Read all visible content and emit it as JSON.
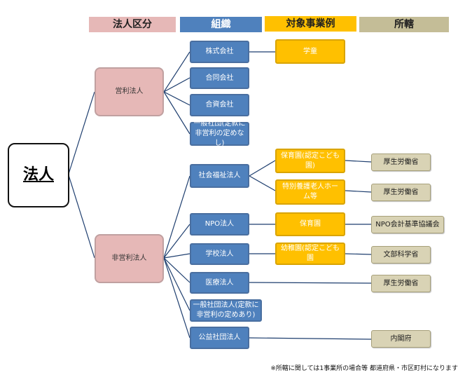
{
  "headers": {
    "category": "法人区分",
    "organization": "組織",
    "example": "対象事業例",
    "jurisdiction": "所轄"
  },
  "root": {
    "label": "法人"
  },
  "categories": {
    "for_profit": "営利法人",
    "non_profit": "非営利法人"
  },
  "organizations": {
    "kabushiki": "株式会社",
    "godo": "合同会社",
    "goshi": "合資会社",
    "ippan_shadan_fp": "一般社団(定款に非営利の定めなし)",
    "shakai_fukushi": "社会福祉法人",
    "npo": "NPO法人",
    "gakko": "学校法人",
    "iryo": "医療法人",
    "ippan_shadan_np": "一般社団法人(定款に非営利の定めあり)",
    "koeki_shadan": "公益社団法人"
  },
  "examples": {
    "gakudo": "学童",
    "hoikuen_nintei": "保育園(認定こども園)",
    "tokuyo": "特別養護老人ホーム等",
    "hoikuen": "保育園",
    "yochien": "幼稚園(認定こども園"
  },
  "jurisdictions": {
    "mhlw_1": "厚生労働省",
    "mhlw_2": "厚生労働省",
    "npo_kyokai": "NPO会計基準協議会",
    "mext": "文部科学省",
    "mhlw_3": "厚生労働省",
    "cabinet": "内閣府"
  },
  "footnote": "※所轄に関しては1事業所の場合等 都道府県・市区町村になります",
  "colors": {
    "pink": "#e6b8b7",
    "blue": "#4f81bd",
    "gold": "#ffc000",
    "tan": "#c4bd97",
    "line": "#1f3f6f"
  }
}
